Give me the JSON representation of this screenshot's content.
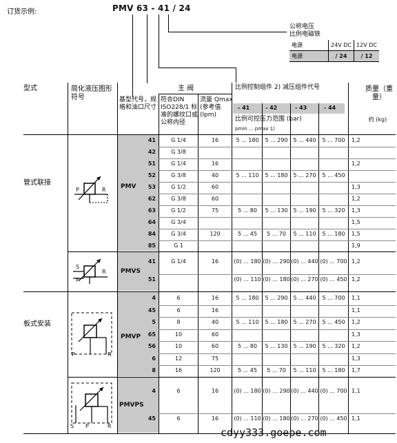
{
  "ordering": {
    "label": "订货示例:",
    "code": "PMV 63 - 41 / 24"
  },
  "voltage": {
    "title_line1": "公称电压",
    "title_line2": "比例电磁铁",
    "row1": {
      "label": "电源",
      "v1": "24V DC",
      "v2": "12V DC"
    },
    "row2": {
      "label": "电源",
      "v1": "/ 24",
      "v2": "/ 12"
    }
  },
  "headers": {
    "type": "型式",
    "symbol": "简化液压图形符号",
    "base": "基型代号，规格和油口尺寸",
    "main_valve": "主 阀",
    "thread": "符合DIN ISO228/1 标准的螺纹口或公称内径",
    "flow": "流量 Qmax (参考值 (lpm)",
    "prop": "比例控制组件 2) 减压组件代号",
    "range": "比例可控压力范围 (bar)",
    "range_sub": "pmin ... pmax 1)",
    "mass": "质量（重量）",
    "mass_unit": "约 (kg)",
    "codes": [
      "- 41",
      "- 42",
      "- 43",
      "- 44"
    ]
  },
  "groups": {
    "pipe": "管式联接",
    "plate": "板式安装"
  },
  "bases": {
    "pmv": "PMV",
    "pmvs": "PMVS",
    "pmvp": "PMVP",
    "pmvps": "PMVPS"
  },
  "rows": [
    {
      "code": "41",
      "thread": "G 1/4",
      "flow": "16",
      "r1": "5 ... 180",
      "r2": "5 ... 290",
      "r3": "5 ... 440",
      "r4": "5 ... 700",
      "mass": "1,2"
    },
    {
      "code": "42",
      "thread": "G 3/8",
      "flow": "",
      "r1": "",
      "r2": "",
      "r3": "",
      "r4": "",
      "mass": ""
    },
    {
      "code": "51",
      "thread": "G 1/4",
      "flow": "16",
      "r1": "",
      "r2": "",
      "r3": "",
      "r4": "",
      "mass": "1,2"
    },
    {
      "code": "52",
      "thread": "G 3/8",
      "flow": "40",
      "r1": "5 ... 110",
      "r2": "5 ... 180",
      "r3": "5 ... 270",
      "r4": "5 ... 450",
      "mass": ""
    },
    {
      "code": "53",
      "thread": "G 1/2",
      "flow": "60",
      "r1": "",
      "r2": "",
      "r3": "",
      "r4": "",
      "mass": "1,3"
    },
    {
      "code": "62",
      "thread": "G 3/8",
      "flow": "60",
      "r1": "",
      "r2": "",
      "r3": "",
      "r4": "",
      "mass": "1,2"
    },
    {
      "code": "63",
      "thread": "G 1/2",
      "flow": "75",
      "r1": "5 ... 80",
      "r2": "5 ... 130",
      "r3": "5 ... 190",
      "r4": "5 ... 320",
      "mass": "1,3"
    },
    {
      "code": "64",
      "thread": "G 3/4",
      "flow": "",
      "r1": "",
      "r2": "",
      "r3": "",
      "r4": "",
      "mass": "1,5"
    },
    {
      "code": "84",
      "thread": "G 3/4",
      "flow": "120",
      "r1": "5 ... 45",
      "r2": "5 ... 70",
      "r3": "5 ... 110",
      "r4": "5 ... 180",
      "mass": "1,5"
    },
    {
      "code": "85",
      "thread": "G 1",
      "flow": "",
      "r1": "",
      "r2": "",
      "r3": "",
      "r4": "",
      "mass": "1,9"
    }
  ],
  "pmvs_rows": [
    {
      "code": "41",
      "thread": "G 1/4",
      "flow": "16",
      "r1": "(0) ... 180",
      "r2": "(0) ... 290",
      "r3": "(0) ... 440",
      "r4": "(0) ... 700",
      "mass": "1,2"
    },
    {
      "code": "51",
      "r1": "(0) ... 110",
      "r2": "(0) ... 180",
      "r3": "(0) ... 270",
      "r4": "(0) ... 450",
      "mass": "1,2"
    }
  ],
  "pmvp_rows": [
    {
      "code": "4",
      "thread": "6",
      "flow": "16",
      "r1": "5 ... 180",
      "r2": "5 ... 290",
      "r3": "5 ... 440",
      "r4": "5 ... 700",
      "mass": "1,1"
    },
    {
      "code": "45",
      "thread": "6",
      "flow": "16",
      "r1": "",
      "r2": "",
      "r3": "",
      "r4": "",
      "mass": "1,1"
    },
    {
      "code": "5",
      "thread": "8",
      "flow": "40",
      "r1": "5 ... 110",
      "r2": "5 ... 180",
      "r3": "5 ... 270",
      "r4": "5 ... 450",
      "mass": "1,2"
    },
    {
      "code": "65",
      "thread": "10",
      "flow": "60",
      "r1": "",
      "r2": "",
      "r3": "",
      "r4": "",
      "mass": "1,3"
    },
    {
      "code": "56",
      "thread": "10",
      "flow": "60",
      "r1": "5 ... 80",
      "r2": "5 ... 130",
      "r3": "5 ... 190",
      "r4": "5 ... 320",
      "mass": "1,2"
    },
    {
      "code": "6",
      "thread": "12",
      "flow": "75",
      "r1": "",
      "r2": "",
      "r3": "",
      "r4": "",
      "mass": "1,3"
    },
    {
      "code": "8",
      "thread": "16",
      "flow": "120",
      "r1": "5 ... 45",
      "r2": "5 ... 70",
      "r3": "5 ... 110",
      "r4": "5 ... 180",
      "mass": "1,7"
    }
  ],
  "pmvps_rows": [
    {
      "code": "4",
      "thread": "6",
      "flow": "16",
      "r1": "(0) ... 180",
      "r2": "(0) ... 290",
      "r3": "(0) ... 440",
      "r4": "(0) ... 700",
      "mass": "1,1"
    },
    {
      "code": "45",
      "thread": "6",
      "flow": "16",
      "r1": "(0) ... 110",
      "r2": "(0) ... 180",
      "r3": "(0) ... 270",
      "r4": "(0) ... 450",
      "mass": "1,1"
    }
  ],
  "ports": {
    "p": "P",
    "r": "R",
    "s": "S"
  },
  "watermark": "cdyy333.goepe.com"
}
